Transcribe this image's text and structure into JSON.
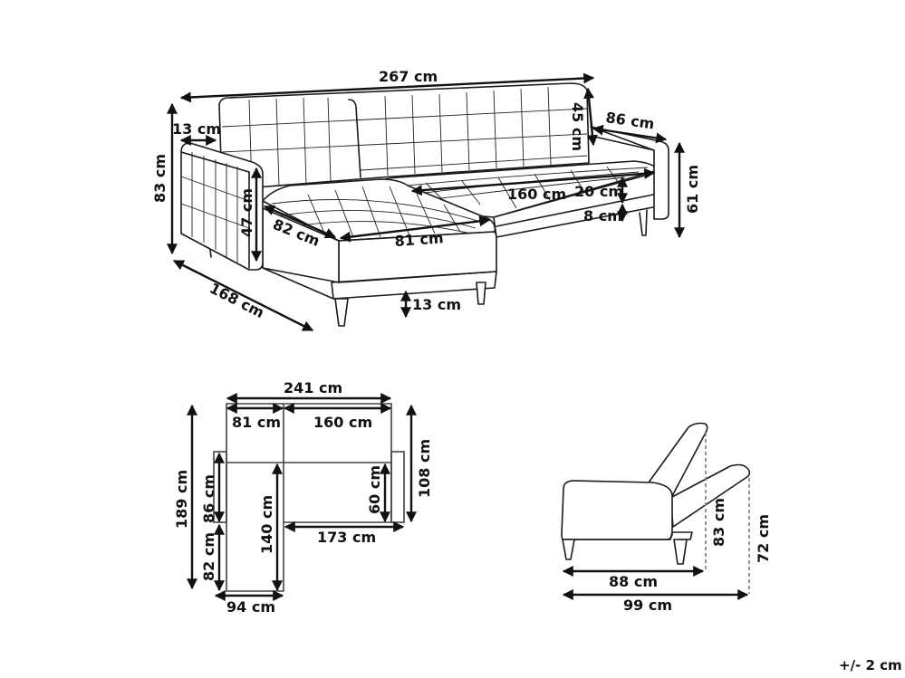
{
  "product_views": {
    "perspective": {
      "labels": {
        "total_width": "267 cm",
        "armrest_width": "13 cm",
        "total_height": "83 cm",
        "chaise_length": "168 cm",
        "arm_height": "47 cm",
        "chaise_depth": "82 cm",
        "chaise_width": "81 cm",
        "seat_width": "160 cm",
        "backrest_height": "45 cm",
        "seat_depth": "86 cm",
        "seat_cushion_height": "20 cm",
        "base_height": "8 cm",
        "seat_height": "61 cm",
        "leg_height": "13 cm"
      }
    },
    "plan": {
      "labels": {
        "overall_width": "241 cm",
        "chaise_section_width": "81 cm",
        "sofa_section_width": "160 cm",
        "overall_depth": "189 cm",
        "back_depth": "108 cm",
        "arm_length": "86 cm",
        "chaise_extension": "82 cm",
        "chaise_inner_length": "140 cm",
        "inner_seat_depth": "60 cm",
        "sofa_length": "173 cm",
        "chaise_outer_width": "94 cm"
      }
    },
    "side": {
      "labels": {
        "upright_depth": "88 cm",
        "reclined_depth": "99 cm",
        "upright_height": "83 cm",
        "reclined_height": "72 cm"
      }
    }
  },
  "tolerance_note": "+/- 2 cm",
  "colors": {
    "line": "#1a1a1a",
    "dashed": "#888888",
    "background": "#ffffff"
  }
}
